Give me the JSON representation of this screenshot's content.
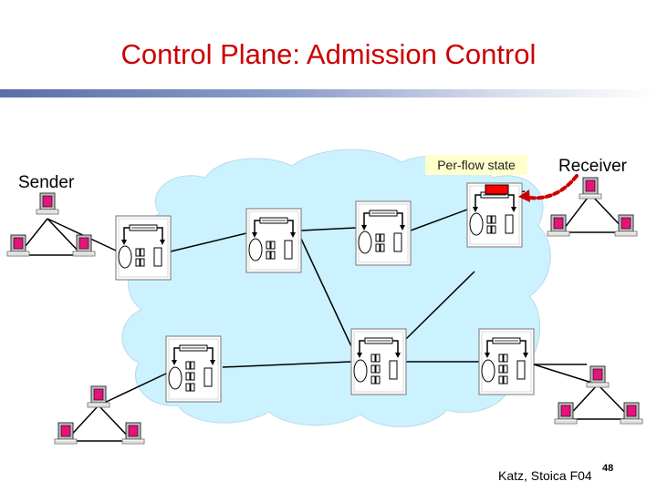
{
  "slide": {
    "title": "Control Plane: Admission Control",
    "sender_label": "Sender",
    "receiver_label": "Receiver",
    "state_label": "Per-flow state",
    "credit": "Katz, Stoica F04",
    "page_number": "48"
  },
  "colors": {
    "title": "#cc0000",
    "cloud": "#ccf2ff",
    "screen": "#e6137c",
    "state_marker": "#ff0000",
    "arrow": "#cc0000"
  }
}
